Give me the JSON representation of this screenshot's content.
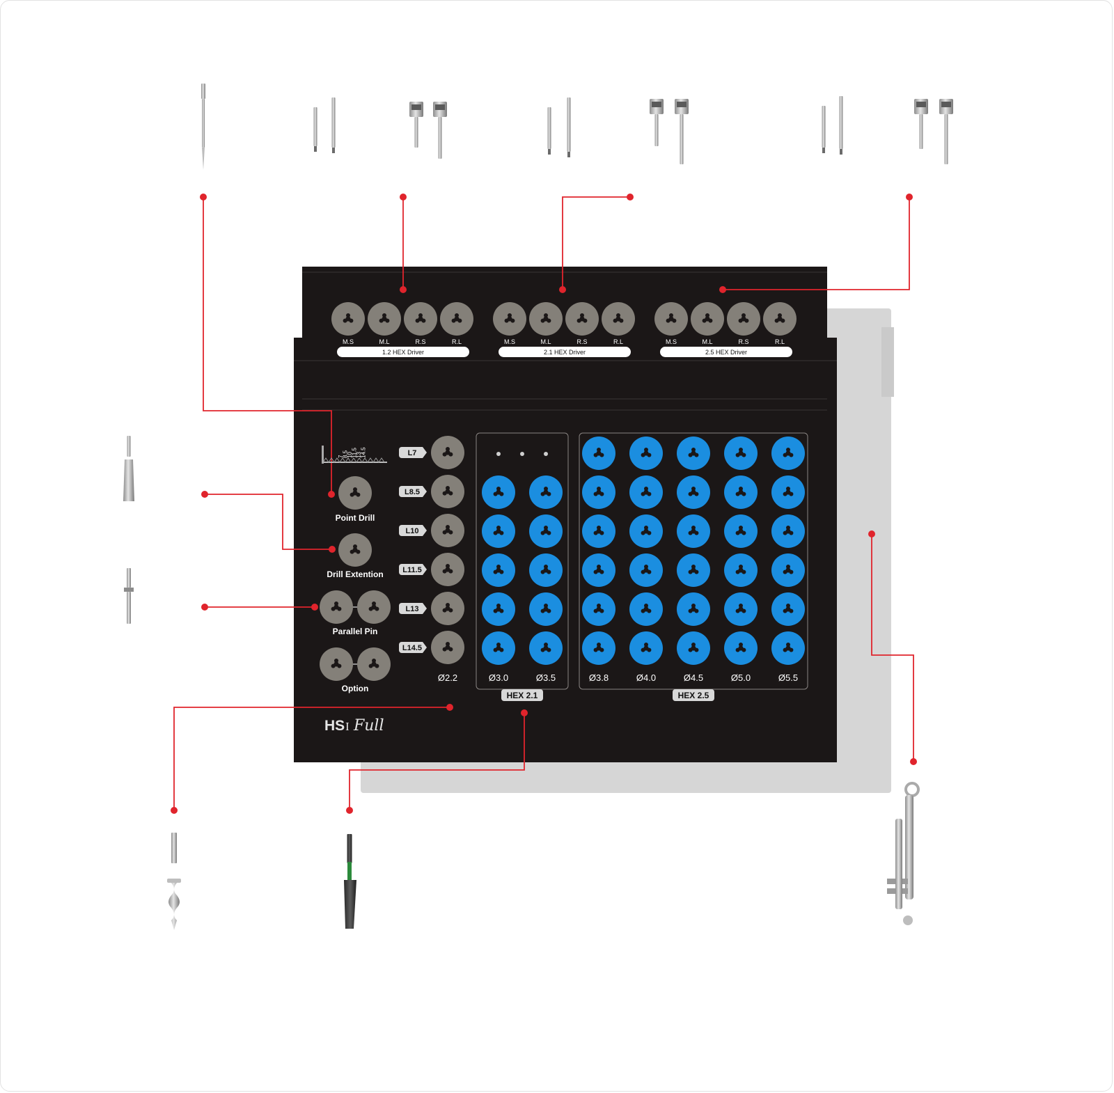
{
  "colors": {
    "case": "#1b1717",
    "case_shadow": "#d5d5d5",
    "slot_gray": "#848079",
    "slot_blue": "#1b8ee0",
    "leader": "#e0242c",
    "white": "#ffffff"
  },
  "drivers": {
    "slot_labels": [
      "M.S",
      "M.L",
      "R.S",
      "R.L"
    ],
    "groups": [
      {
        "name": "1.2 HEX Driver"
      },
      {
        "name": "2.1 HEX Driver"
      },
      {
        "name": "2.5 HEX Driver"
      }
    ]
  },
  "stopper_gauge": {
    "marks": [
      "7",
      "8.5",
      "10",
      "11.5",
      "13",
      "14.5"
    ]
  },
  "left_column": {
    "point_drill": "Point Drill",
    "drill_extention": "Drill Extention",
    "parallel_pin": "Parallel Pin",
    "option": "Option"
  },
  "length_column": {
    "labels": [
      "L7",
      "L8.5",
      "L10",
      "L11.5",
      "L13",
      "L14.5"
    ],
    "diameter": "Ø2.2"
  },
  "hex21_panel": {
    "diameters": [
      "Ø3.0",
      "Ø3.5"
    ],
    "title": "HEX 2.1"
  },
  "hex25_panel": {
    "diameters": [
      "Ø3.8",
      "Ø4.0",
      "Ø4.5",
      "Ø5.0",
      "Ø5.5"
    ],
    "title": "HEX 2.5"
  },
  "brand": {
    "main": "HS",
    "numeral": "I",
    "script": "Full"
  },
  "icons": {
    "slot": "tri-lobe-slot-icon",
    "tool": "dental-tool-icon",
    "leader": "leader-dot-icon"
  }
}
